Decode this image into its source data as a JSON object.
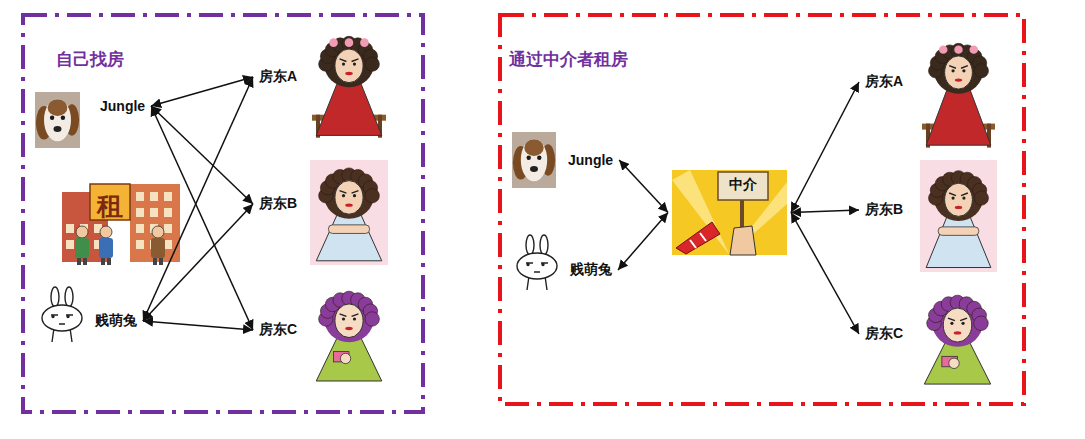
{
  "diagram": {
    "nodes": [
      {
        "text": [
          "自己找房"
        ]
      },
      {
        "text": [
          "Jungle"
        ],
        "in": 0
      },
      {
        "text": [
          "贱萌兔"
        ],
        "in": 0
      },
      {
        "text": [
          "房东A"
        ],
        "in": 0
      },
      {
        "text": [
          "房东B"
        ],
        "in": 0
      },
      {
        "text": [
          "房东C"
        ],
        "in": 0
      },
      {
        "text": [
          "通过中介者租房"
        ]
      },
      {
        "text": [
          "Jungle"
        ],
        "in": 6
      },
      {
        "text": [
          "贱萌兔"
        ],
        "in": 6
      },
      {
        "text": [
          "中介"
        ],
        "in": 6
      },
      {
        "text": [
          "房东A"
        ],
        "in": 6
      },
      {
        "text": [
          "房东B"
        ],
        "in": 6
      },
      {
        "text": [
          "房东C"
        ],
        "in": 6
      }
    ],
    "edges": [
      {
        "from": 1,
        "to": 3,
        "arrow": "both"
      },
      {
        "from": 1,
        "to": 4,
        "arrow": "both"
      },
      {
        "from": 1,
        "to": 5,
        "arrow": "both"
      },
      {
        "from": 2,
        "to": 3,
        "arrow": "both"
      },
      {
        "from": 2,
        "to": 4,
        "arrow": "both"
      },
      {
        "from": 2,
        "to": 5,
        "arrow": "both"
      },
      {
        "from": 7,
        "to": 9,
        "arrow": "both"
      },
      {
        "from": 8,
        "to": 9,
        "arrow": "both"
      },
      {
        "from": 9,
        "to": 10,
        "arrow": "both"
      },
      {
        "from": 9,
        "to": 11,
        "arrow": "both"
      },
      {
        "from": 9,
        "to": 12,
        "arrow": "both"
      }
    ],
    "labels": [
      "租"
    ]
  }
}
